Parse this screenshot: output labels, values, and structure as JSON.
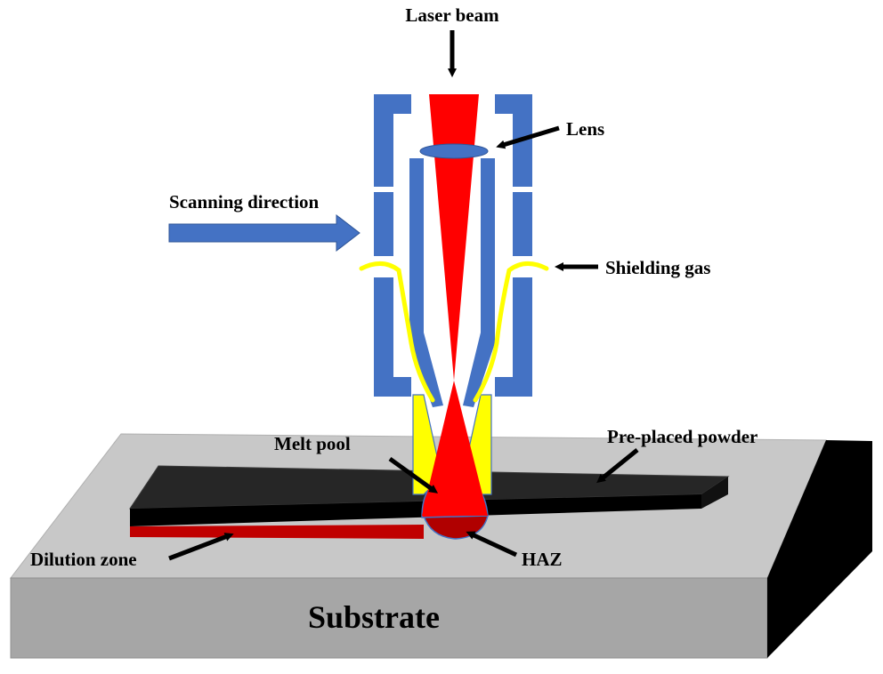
{
  "labels": {
    "laser_beam": "Laser beam",
    "lens": "Lens",
    "scanning_direction": "Scanning direction",
    "shielding_gas": "Shielding gas",
    "melt_pool": "Melt pool",
    "pre_placed_powder": "Pre-placed powder",
    "dilution_zone": "Dilution zone",
    "haz": "HAZ",
    "substrate": "Substrate"
  },
  "colors": {
    "nozzle_blue": "#4472c4",
    "laser_red": "#ff0000",
    "gas_yellow": "#ffff00",
    "powder_black": "#262626",
    "dilution_red": "#c00000",
    "substrate_top": "#c8c8c8",
    "substrate_side": "#a6a6a6",
    "substrate_dark": "#000000",
    "haz_dark_red": "#b00000"
  }
}
